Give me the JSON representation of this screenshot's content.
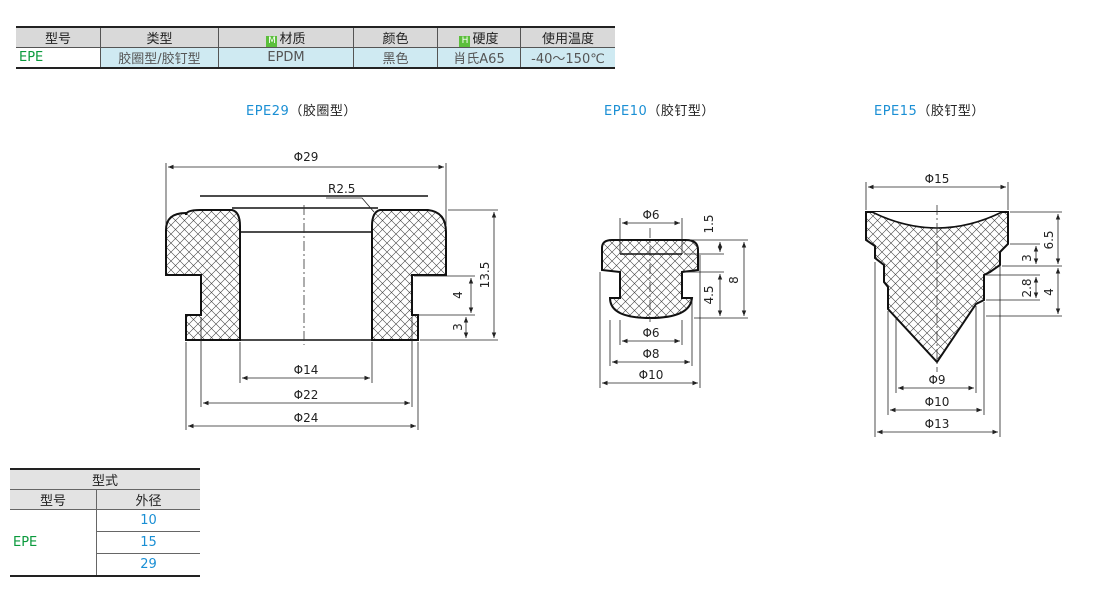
{
  "spec_table": {
    "headers": {
      "model": "型号",
      "type": "类型",
      "material": "材质",
      "color": "颜色",
      "hardness": "硬度",
      "temp": "使用温度"
    },
    "marks": {
      "material": "M",
      "hardness": "H"
    },
    "row": {
      "model": "EPE",
      "type": "胶圈型/胶钉型",
      "material": "EPDM",
      "color": "黑色",
      "hardness": "肖氏A65",
      "temp": "-40～150℃"
    }
  },
  "drawings": {
    "epe29": {
      "code": "EPE29",
      "kind": "（胶圈型）",
      "dims": {
        "top_dia": "Φ29",
        "radius": "R2.5",
        "height": "13.5",
        "step1": "4",
        "step2": "3",
        "inner": "Φ14",
        "mid": "Φ22",
        "outer": "Φ24"
      }
    },
    "epe10": {
      "code": "EPE10",
      "kind": "（胶钉型）",
      "dims": {
        "top_dia": "Φ6",
        "top_h": "1.5",
        "total_h": "8",
        "mid_h": "4.5",
        "d1": "Φ6",
        "d2": "Φ8",
        "d3": "Φ10"
      }
    },
    "epe15": {
      "code": "EPE15",
      "kind": "（胶钉型）",
      "dims": {
        "top_dia": "Φ15",
        "total_h": "6.5",
        "h1": "3",
        "h2": "2.8",
        "h3": "4",
        "d1": "Φ9",
        "d2": "Φ10",
        "d3": "Φ13"
      }
    }
  },
  "type_table": {
    "caption": "型式",
    "headers": {
      "model": "型号",
      "od": "外径"
    },
    "model": "EPE",
    "values": [
      "10",
      "15",
      "29"
    ]
  }
}
